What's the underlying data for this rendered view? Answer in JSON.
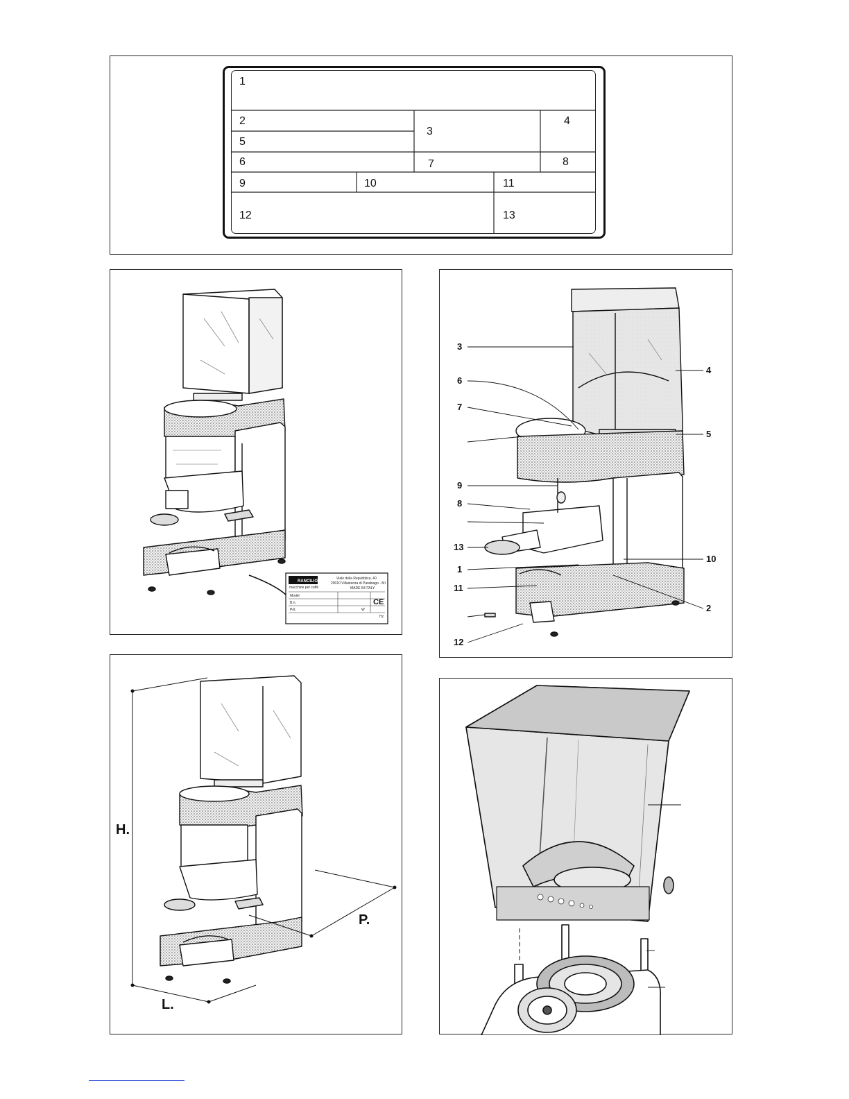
{
  "plate": {
    "fields": [
      "1",
      "2",
      "3",
      "4",
      "5",
      "6",
      "7",
      "8",
      "9",
      "10",
      "11",
      "12",
      "13"
    ]
  },
  "machine_label": {
    "brand": "RANCILIO",
    "tagline": "macchine per caffè",
    "address_1": "Viale della Repubblica, 40",
    "address_2": "20010 Villastanza di Parabiago - MI",
    "made_in": "MADE IN ITALY",
    "mark": "CE",
    "row_labels": [
      "Model",
      "B.n.",
      "Pot."
    ],
    "units": [
      "W",
      "Hz"
    ]
  },
  "parts_callouts": [
    "3",
    "4",
    "6",
    "7",
    "5",
    "9",
    "8",
    "13",
    "10",
    "1",
    "11",
    "2",
    "12"
  ],
  "dimensions": {
    "height": "H.",
    "depth": "P.",
    "length": "L."
  },
  "colors": {
    "ink": "#111111",
    "dotted": "#8a8a8a",
    "glass": "#e2e2e2",
    "link_rule": "#2a4ad4"
  }
}
